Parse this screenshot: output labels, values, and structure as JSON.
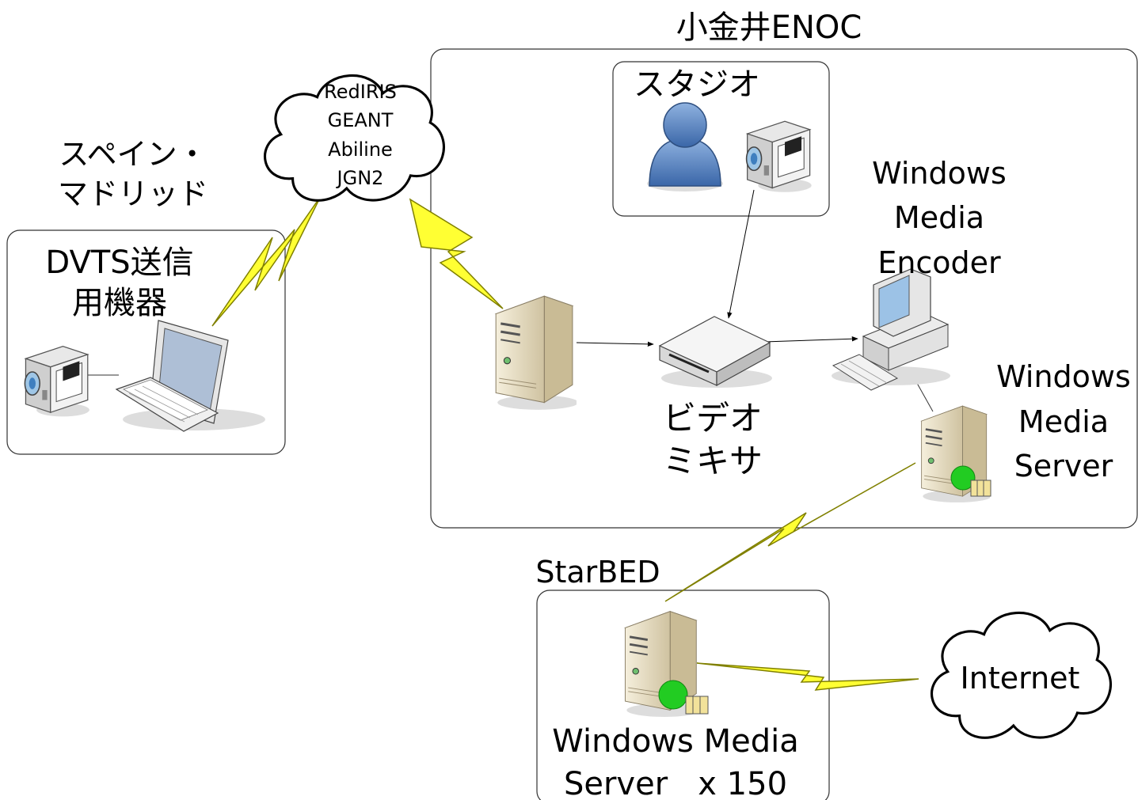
{
  "regions": {
    "koganei": {
      "title": "小金井ENOC"
    },
    "spain": {
      "line1": "スペイン・",
      "line2": "マドリッド"
    },
    "dvts": {
      "line1": "DVTS送信",
      "line2": "用機器"
    },
    "studio": {
      "title": "スタジオ"
    },
    "starbed": {
      "title": "StarBED"
    }
  },
  "clouds": {
    "research_net": {
      "lines": [
        "RedIRIS",
        "GEANT",
        "Abiline",
        "JGN2"
      ]
    },
    "internet": {
      "label": "Internet"
    }
  },
  "nodes": {
    "encoder": {
      "line1": "Windows",
      "line2": "Media",
      "line3": "Encoder"
    },
    "media_server": {
      "line1": "Windows",
      "line2": "Media",
      "line3": "Server"
    },
    "mixer": {
      "line1": "ビデオ",
      "line2": "ミキサ"
    },
    "starbed_server": {
      "line1": "Windows Media",
      "line2": "Server   x 150"
    }
  },
  "colors": {
    "link_fill": "#ffff33",
    "link_stroke": "#808000",
    "person": "#4f7fbf",
    "server_body": "#e9dfc4",
    "media_green": "#22cc22"
  },
  "icons": [
    "camcorder-icon",
    "laptop-icon",
    "person-icon",
    "server-icon",
    "video-mixer-icon",
    "desktop-pc-icon",
    "media-server-icon",
    "cloud-icon",
    "lightning-link-icon"
  ]
}
